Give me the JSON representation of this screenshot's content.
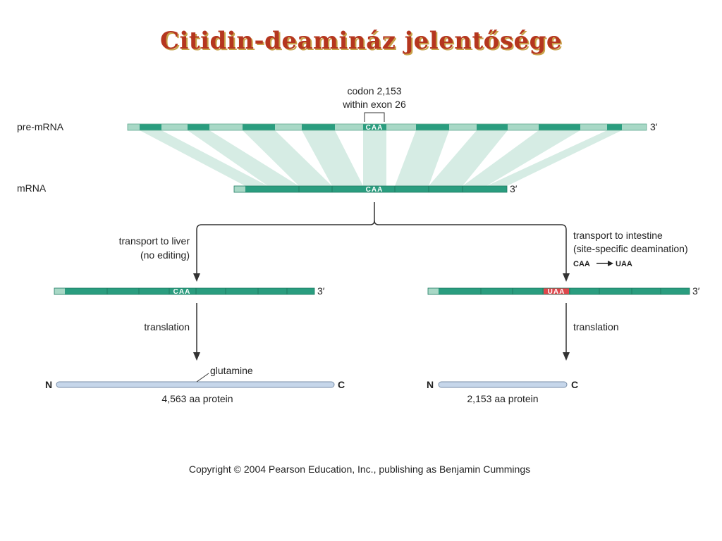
{
  "title": "Citidin-deamináz jelentősége",
  "labels": {
    "codon_line1": "codon 2,153",
    "codon_line2": "within exon 26",
    "pre_mrna": "pre-mRNA",
    "mrna": "mRNA",
    "three_prime": "3′",
    "codon_caa": "CAA",
    "codon_uaa": "UAA",
    "liver_line1": "transport to liver",
    "liver_line2": "(no editing)",
    "intestine_line1": "transport to intestine",
    "intestine_line2": "(site-specific deamination)",
    "deamination_from": "CAA",
    "deamination_to": "UAA",
    "translation": "translation",
    "n_terminus": "N",
    "c_terminus": "C",
    "glutamine": "glutamine",
    "protein_liver": "4,563 aa protein",
    "protein_intestine": "2,153 aa protein",
    "copyright": "Copyright © 2004 Pearson Education, Inc., publishing as Benjamin Cummings"
  },
  "colors": {
    "exon": "#2a9d7f",
    "intron": "#a8d8c6",
    "fan": "#cfe9df",
    "stop_codon": "#e0474c",
    "protein_fill": "#c6d6ea",
    "protein_stroke": "#7a8fa8",
    "title": "#b5361f",
    "title_shadow": "#c8a24a"
  }
}
